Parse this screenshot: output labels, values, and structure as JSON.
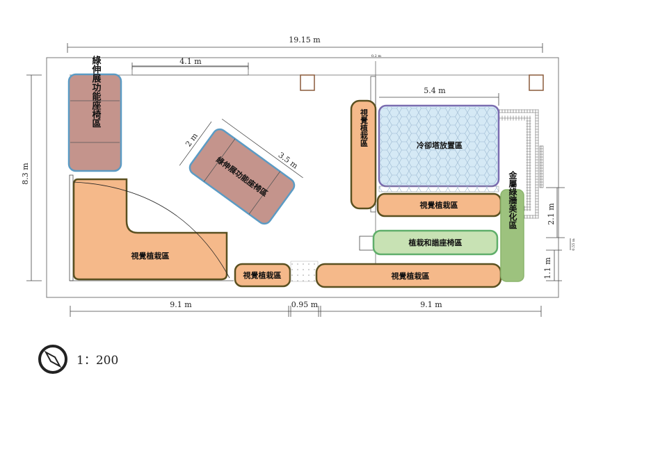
{
  "dimensions": {
    "total_width": "19.15 m",
    "top_segment": "4.1 m",
    "tiny_top": "0.2 m",
    "cooling_width": "5.4 m",
    "height": "8.3 m",
    "bottom_left": "9.1 m",
    "bottom_mid": "0.95 m",
    "bottom_right": "9.1 m",
    "right_upper": "2.1 m",
    "right_lower": "1.1 m",
    "right_tiny": "0.55 m",
    "rotated_short": "2 m",
    "rotated_long": "3.5 m"
  },
  "zones": {
    "stretch_seat_vertical": "綠伸展功能座椅區",
    "stretch_seat_rotated": "綠伸展功能座椅區",
    "planting_l": "視覺植栽區",
    "planting_small": "視覺植栽區",
    "planting_bottom": "視覺植栽區",
    "planting_vertical": "視覺植栽區",
    "planting_mid": "視覺植栽區",
    "cooling_tower": "冷卻塔放置區",
    "harmony_bench": "植栽和諧座椅區",
    "metal_wall": "金屬綠牆美化區"
  },
  "scale": "1：200",
  "colors": {
    "planting": "#f5b98a",
    "seat": "#c4948c",
    "seat_border": "#5b9bc4",
    "cooling": "#d5e9f5",
    "cooling_border": "#7a6cb0",
    "bench": "#c8e2b4",
    "metal_wall": "#9dc27e"
  }
}
